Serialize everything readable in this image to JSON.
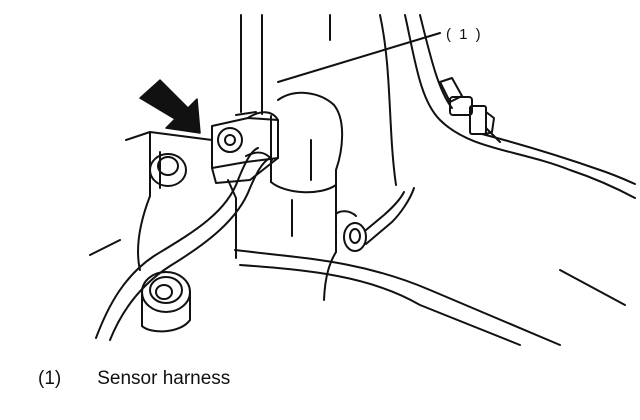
{
  "callout": {
    "number": "( 1 )"
  },
  "legend": {
    "number": "(1)",
    "text": "Sensor harness"
  },
  "colors": {
    "line": "#111111",
    "background": "#ffffff"
  },
  "icons": {
    "arrow": "direction-arrow-icon"
  }
}
